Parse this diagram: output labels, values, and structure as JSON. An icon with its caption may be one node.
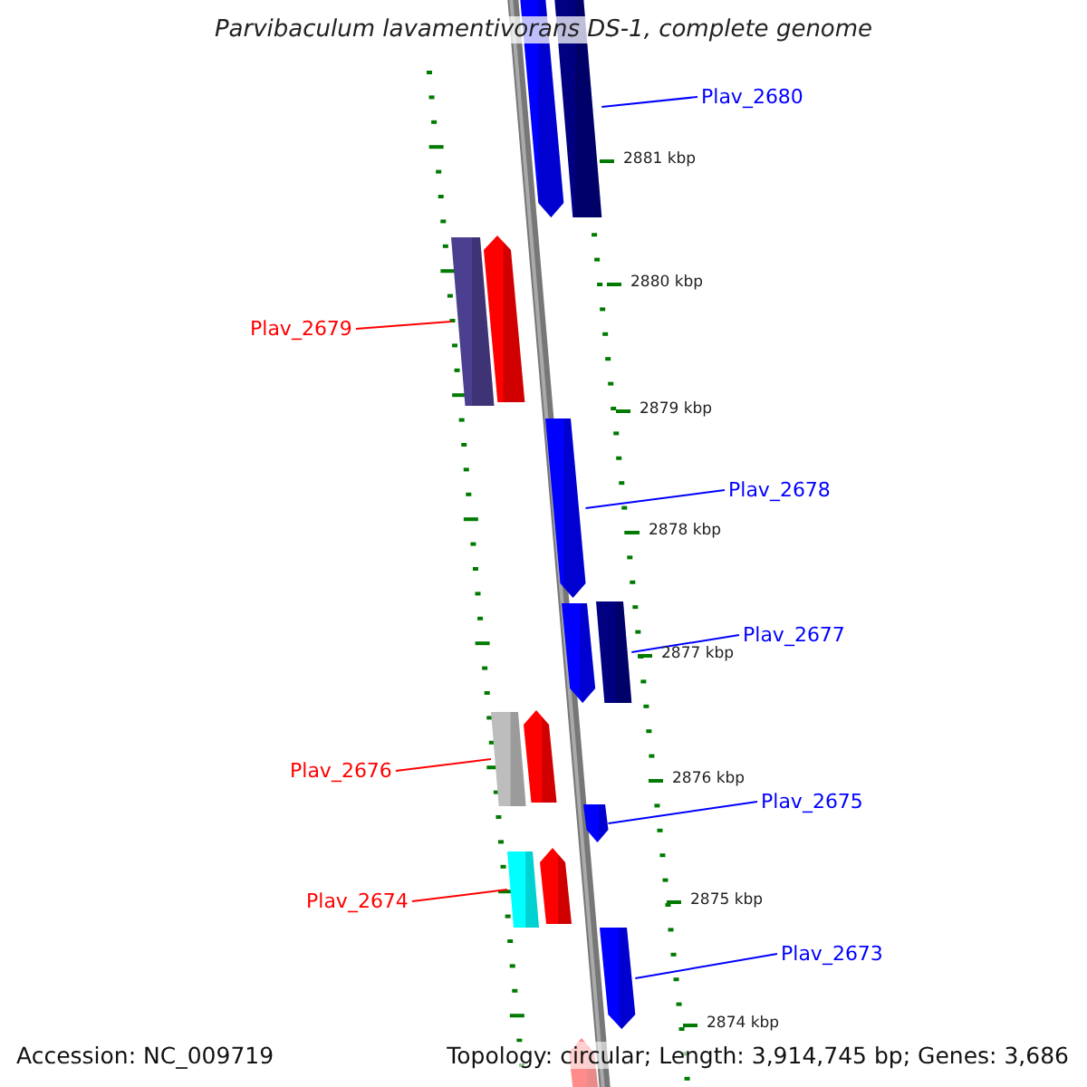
{
  "diagram": {
    "title": "Parvibaculum lavamentivorans DS-1, complete genome",
    "nodes": [
      {
        "text": [
          "Plav_2680"
        ]
      },
      {
        "text": [],
        "shape": "arrow"
      },
      {
        "text": [],
        "shape": "bar"
      },
      {
        "text": [
          "Plav_2679"
        ]
      },
      {
        "text": [],
        "shape": "bar"
      },
      {
        "text": [],
        "shape": "arrow"
      },
      {
        "text": [],
        "shape": "arrow"
      },
      {
        "text": [
          "Plav_2678"
        ]
      },
      {
        "text": [],
        "shape": "arrow"
      },
      {
        "text": [],
        "shape": "bar"
      },
      {
        "text": [
          "Plav_2677"
        ]
      },
      {
        "text": [],
        "shape": "bar"
      },
      {
        "text": [],
        "shape": "arrow"
      },
      {
        "text": [
          "Plav_2676"
        ]
      },
      {
        "text": [],
        "shape": "arrow"
      },
      {
        "text": [
          "Plav_2675"
        ]
      },
      {
        "text": [],
        "shape": "bar"
      },
      {
        "text": [],
        "shape": "arrow"
      },
      {
        "text": [
          "Plav_2674"
        ]
      },
      {
        "text": [],
        "shape": "arrow"
      },
      {
        "text": [
          "Plav_2673"
        ]
      },
      {
        "text": [],
        "shape": "arrow"
      }
    ],
    "edges": [
      {
        "from": 0,
        "to": 2,
        "arrow": "none"
      },
      {
        "from": 3,
        "to": 4,
        "arrow": "none",
        "color": "#ff0000"
      },
      {
        "from": 7,
        "to": 6,
        "arrow": "none"
      },
      {
        "from": 10,
        "to": 9,
        "arrow": "none"
      },
      {
        "from": 13,
        "to": 11,
        "arrow": "none",
        "color": "#ff0000"
      },
      {
        "from": 15,
        "to": 14,
        "arrow": "none"
      },
      {
        "from": 18,
        "to": 16,
        "arrow": "none",
        "color": "#ff0000"
      },
      {
        "from": 20,
        "to": 19,
        "arrow": "none"
      }
    ],
    "labels": [
      "2881 kbp",
      "2880 kbp",
      "2879 kbp",
      "2878 kbp",
      "2877 kbp",
      "2876 kbp",
      "2875 kbp",
      "2874 kbp",
      "Accession: NC_009719",
      "Topology: circular; Length: 3,914,745 bp; Genes: 3,686"
    ]
  }
}
